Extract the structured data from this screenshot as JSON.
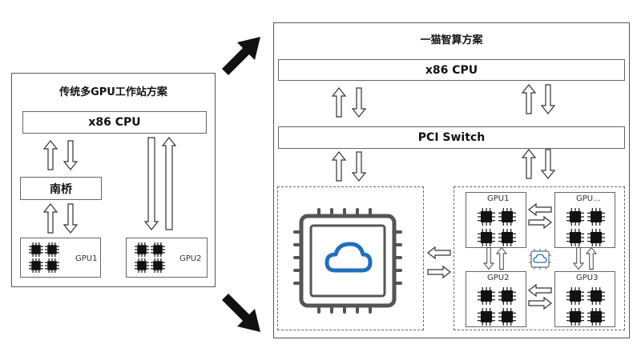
{
  "left": {
    "title": "传统多GPU工作站方案",
    "cpu_label": "x86 CPU",
    "bridge_label": "南桥",
    "gpu1_label": "GPU1",
    "gpu2_label": "GPU2"
  },
  "right": {
    "title": "一猫智算方案",
    "cpu_label": "x86 CPU",
    "switch_label": "PCI Switch",
    "gpus": [
      "GPU1",
      "GPU...",
      "GPU2",
      "GPU3"
    ]
  },
  "colors": {
    "cloud": "#1f6fbf",
    "chip": "#555555",
    "arrow_fill": "#111111"
  }
}
